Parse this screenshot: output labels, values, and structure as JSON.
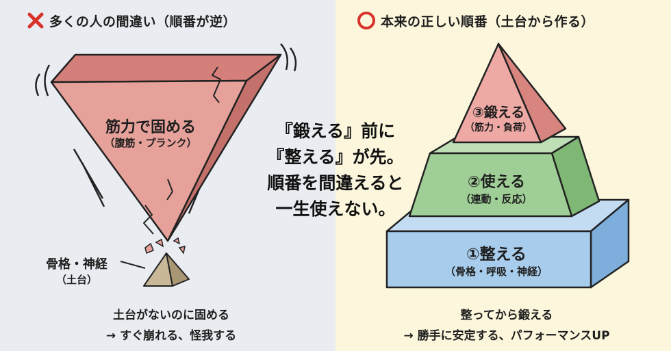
{
  "left": {
    "icon": "cross-icon",
    "icon_color": "#d7332a",
    "title": "多くの人の間違い（順番が逆）",
    "pyramid_label": "筋力で固める",
    "pyramid_sub": "（腹筋・プランク）",
    "base_label": "骨格・神経",
    "base_sub": "（土台）",
    "caption_line1": "土台がないのに固める",
    "caption_line2": "→ すぐ崩れる、怪我する"
  },
  "center": {
    "line1": "『鍛える』前に",
    "line2": "『整える』が先。",
    "line3": "順番を間違えると",
    "line4": "一生使えない。"
  },
  "right": {
    "icon": "circle-icon",
    "icon_color": "#d7332a",
    "title": "本来の正しい順番（土台から作る）",
    "tier3_label": "③鍛える",
    "tier3_sub": "（筋力・負荷）",
    "tier2_label": "②使える",
    "tier2_sub": "（連動・反応）",
    "tier1_label": "①整える",
    "tier1_sub": "（骨格・呼吸・神経）",
    "caption_line1": "整ってから鍛える",
    "caption_line2": "→ 勝手に安定する、パフォーマンスUP"
  },
  "colors": {
    "left_bg": "#e9ecf1",
    "right_bg": "#fbf6dc",
    "inverted_front": "#e6a19a",
    "inverted_top": "#d47f79",
    "tier_red": "#efa9a5",
    "tier_green": "#9fcf96",
    "tier_blue": "#a8cdec",
    "outline": "#222222"
  }
}
